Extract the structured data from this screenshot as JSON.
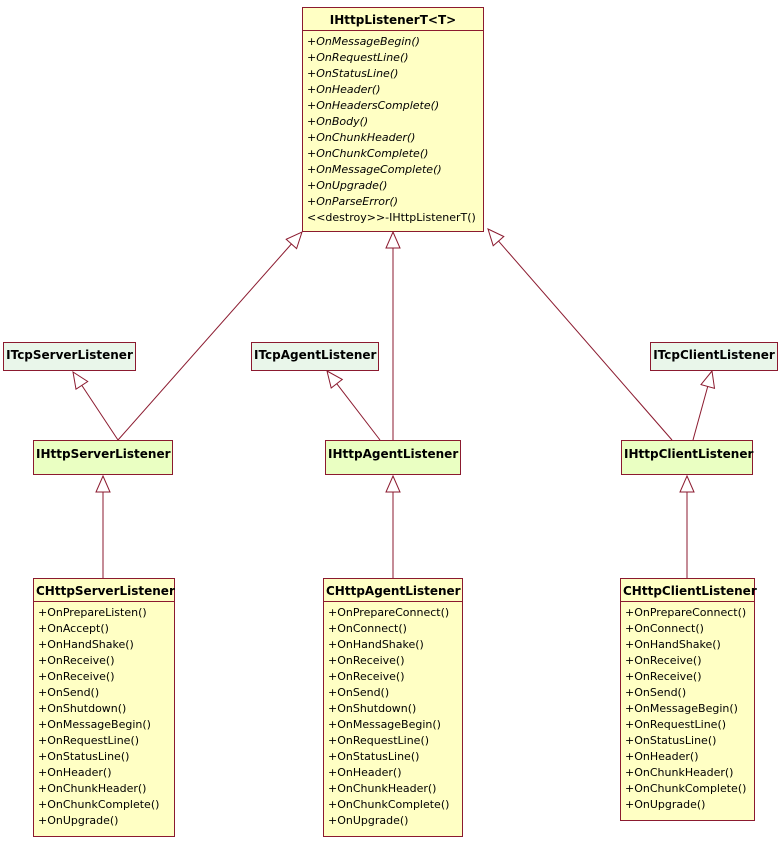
{
  "classes": {
    "root": {
      "name": "IHttpListenerT<T>",
      "ops": [
        "+OnMessageBegin()",
        "+OnRequestLine()",
        "+OnStatusLine()",
        "+OnHeader()",
        "+OnHeadersComplete()",
        "+OnBody()",
        "+OnChunkHeader()",
        "+OnChunkComplete()",
        "+OnMessageComplete()",
        "+OnUpgrade()",
        "+OnParseError()"
      ],
      "destructor": "<<destroy>>-IHttpListenerT()"
    },
    "tcp_server": {
      "name": "ITcpServerListener"
    },
    "tcp_agent": {
      "name": "ITcpAgentListener"
    },
    "tcp_client": {
      "name": "ITcpClientListener"
    },
    "http_server": {
      "name": "IHttpServerListener"
    },
    "http_agent": {
      "name": "IHttpAgentListener"
    },
    "http_client": {
      "name": "IHttpClientListener"
    },
    "c_server": {
      "name": "CHttpServerListener",
      "ops": [
        "+OnPrepareListen()",
        "+OnAccept()",
        "+OnHandShake()",
        "+OnReceive()",
        "+OnReceive()",
        "+OnSend()",
        "+OnShutdown()",
        "+OnMessageBegin()",
        "+OnRequestLine()",
        "+OnStatusLine()",
        "+OnHeader()",
        "+OnChunkHeader()",
        "+OnChunkComplete()",
        "+OnUpgrade()"
      ]
    },
    "c_agent": {
      "name": "CHttpAgentListener",
      "ops": [
        "+OnPrepareConnect()",
        "+OnConnect()",
        "+OnHandShake()",
        "+OnReceive()",
        "+OnReceive()",
        "+OnSend()",
        "+OnShutdown()",
        "+OnMessageBegin()",
        "+OnRequestLine()",
        "+OnStatusLine()",
        "+OnHeader()",
        "+OnChunkHeader()",
        "+OnChunkComplete()",
        "+OnUpgrade()"
      ]
    },
    "c_client": {
      "name": "CHttpClientListener",
      "ops": [
        "+OnPrepareConnect()",
        "+OnConnect()",
        "+OnHandShake()",
        "+OnReceive()",
        "+OnReceive()",
        "+OnSend()",
        "+OnMessageBegin()",
        "+OnRequestLine()",
        "+OnStatusLine()",
        "+OnHeader()",
        "+OnChunkHeader()",
        "+OnChunkComplete()",
        "+OnUpgrade()"
      ]
    }
  },
  "relations": [
    {
      "from": "http_server",
      "to": "root",
      "type": "generalization"
    },
    {
      "from": "http_agent",
      "to": "root",
      "type": "generalization"
    },
    {
      "from": "http_client",
      "to": "root",
      "type": "generalization"
    },
    {
      "from": "http_server",
      "to": "tcp_server",
      "type": "generalization"
    },
    {
      "from": "http_agent",
      "to": "tcp_agent",
      "type": "generalization"
    },
    {
      "from": "http_client",
      "to": "tcp_client",
      "type": "generalization"
    },
    {
      "from": "c_server",
      "to": "http_server",
      "type": "generalization"
    },
    {
      "from": "c_agent",
      "to": "http_agent",
      "type": "generalization"
    },
    {
      "from": "c_client",
      "to": "http_client",
      "type": "generalization"
    }
  ],
  "colors": {
    "border": "#8b1a2f",
    "class_fill": "#ffffc4",
    "tcp_interface_fill": "#e9f6ea",
    "http_interface_fill": "#eaffc2"
  }
}
